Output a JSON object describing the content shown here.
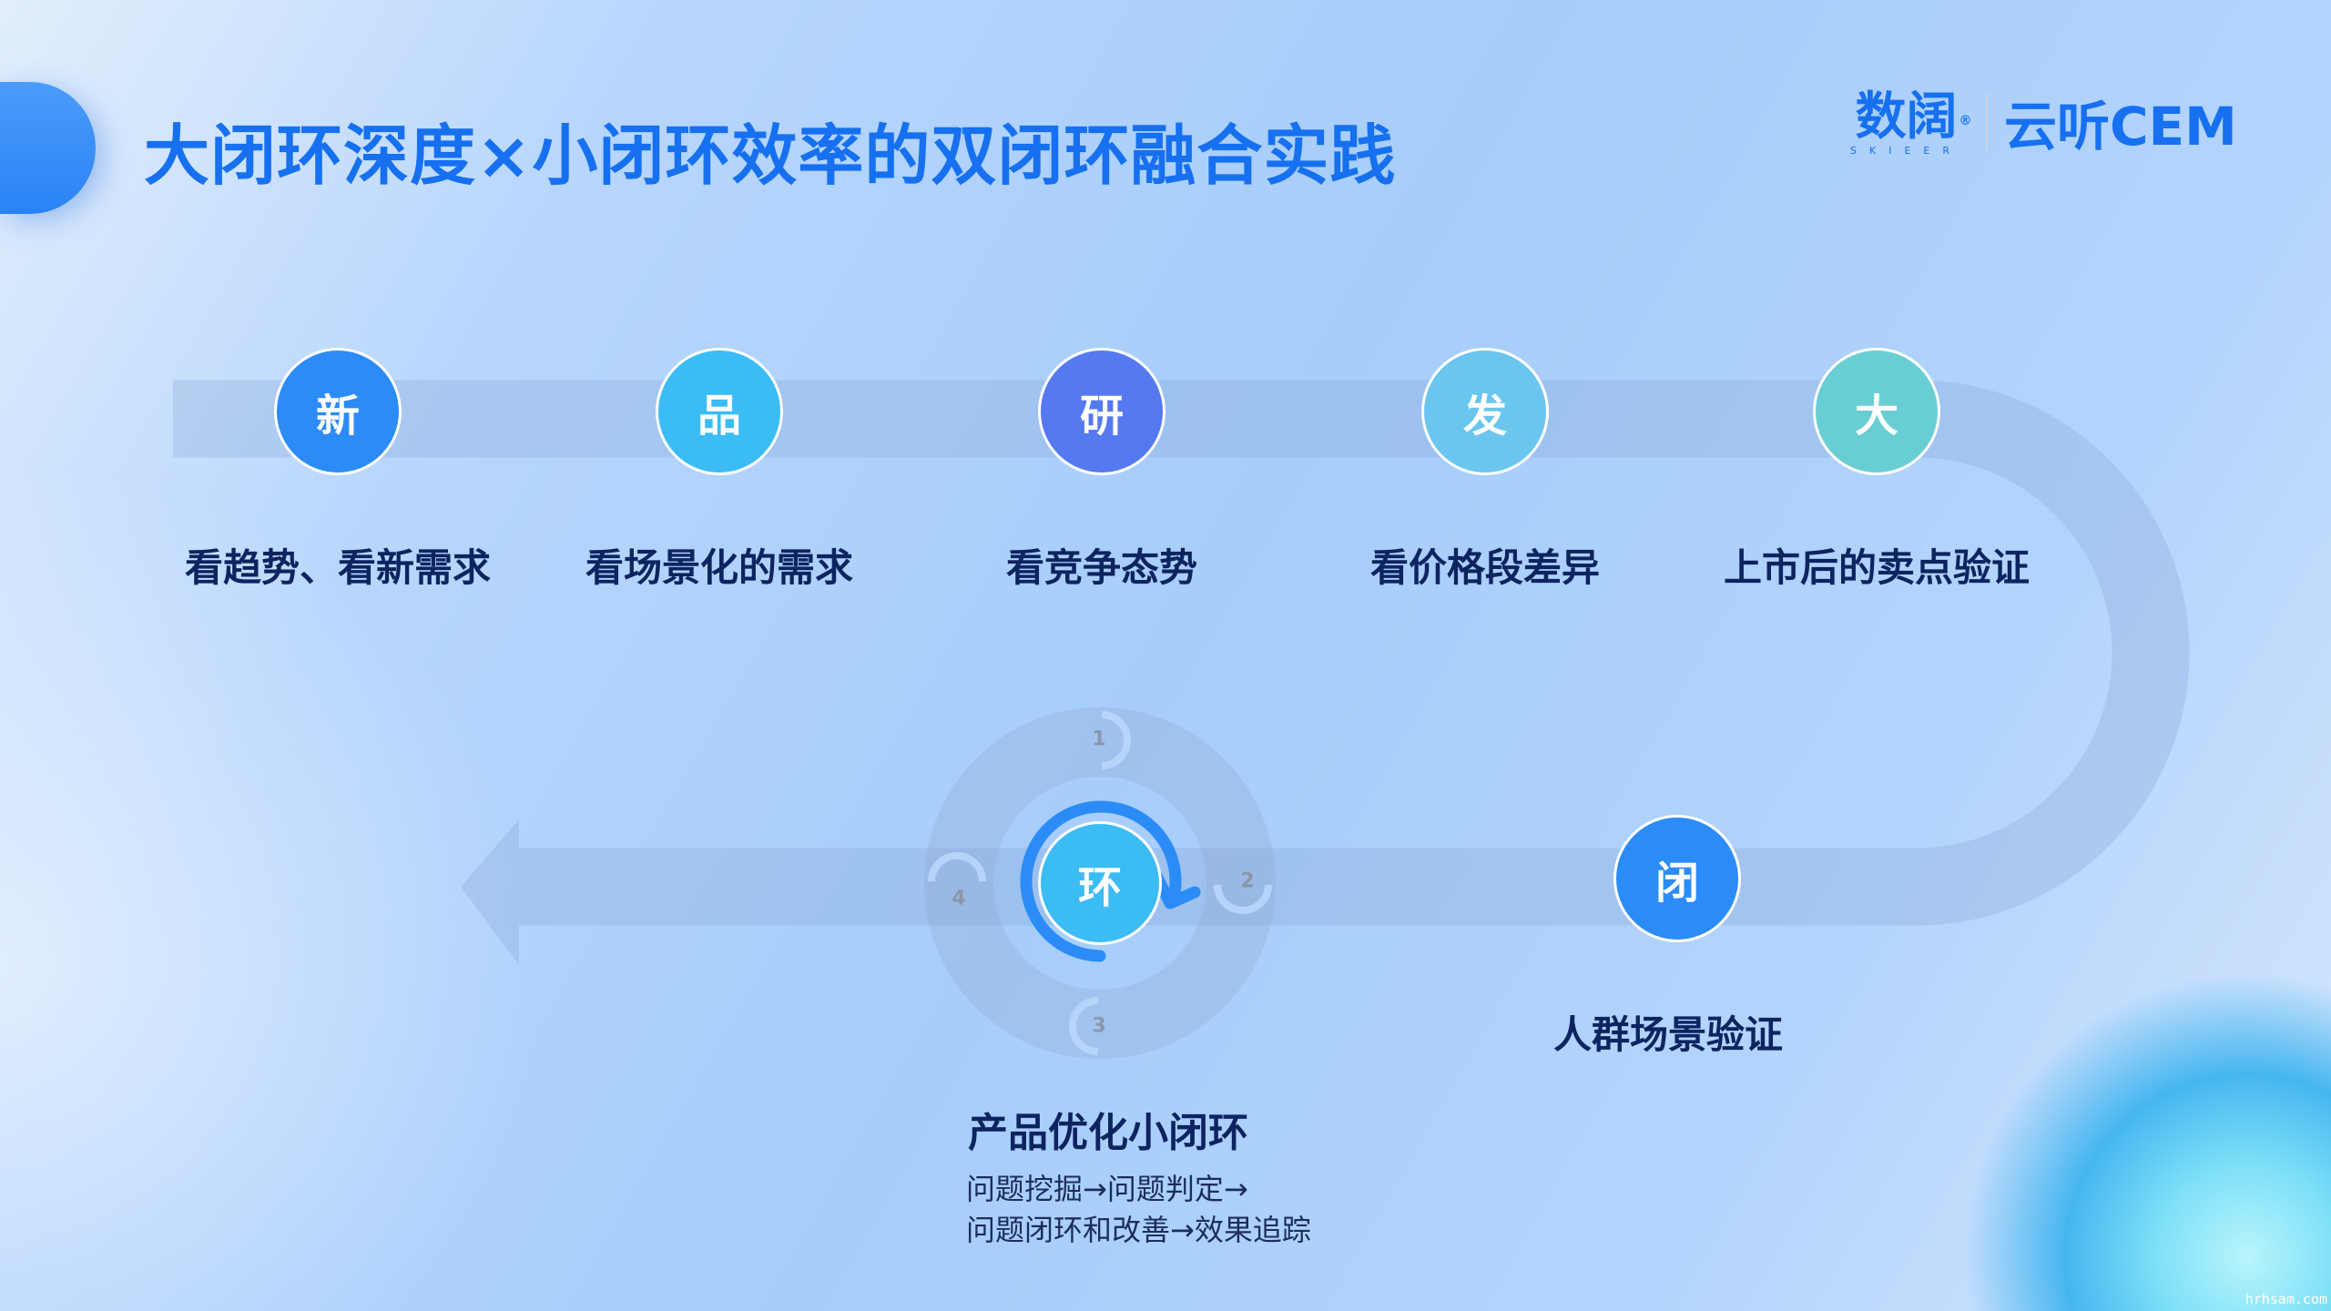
{
  "title": "大闭环深度×小闭环效率的双闭环融合实践",
  "logo": {
    "brand_cn": "数阔",
    "registered": "®",
    "brand_en": "SKIEER",
    "product": "云听CEM"
  },
  "big_loop": [
    {
      "char": "新",
      "label": "看趋势、看新需求",
      "color": "#2b8cf7"
    },
    {
      "char": "品",
      "label": "看场景化的需求",
      "color": "#3bbcf5"
    },
    {
      "char": "研",
      "label": "看竞争态势",
      "color": "#5479f0"
    },
    {
      "char": "发",
      "label": "看价格段差异",
      "color": "#6ac6ef"
    },
    {
      "char": "大",
      "label": "上市后的卖点验证",
      "color": "#69ced4"
    }
  ],
  "close_node": {
    "char": "闭",
    "label": "人群场景验证",
    "color": "#2b8cf7"
  },
  "small_loop": {
    "char": "环",
    "color": "#3bbcf5",
    "steps": [
      "1",
      "2",
      "3",
      "4"
    ],
    "title": "产品优化小闭环",
    "desc": [
      "问题挖掘→问题判定→",
      "问题闭环和改善→效果追踪"
    ]
  },
  "watermark": "hrhsam.com"
}
